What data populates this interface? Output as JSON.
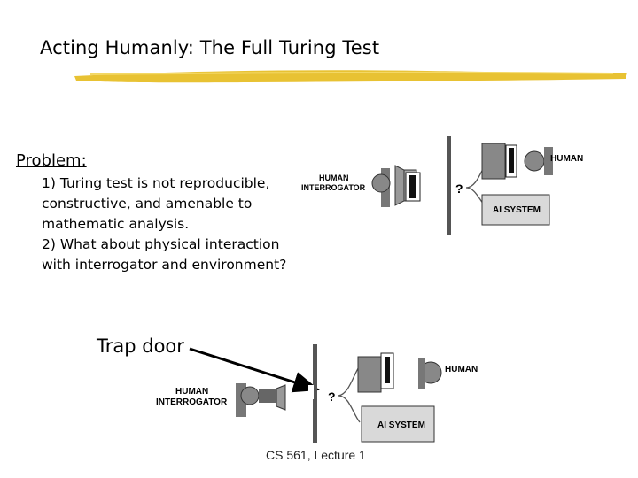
{
  "slide": {
    "title": "Acting Humanly: The Full Turing Test",
    "problem_label": "Problem:",
    "items": [
      "1) Turing test is not reproducible, constructive, and amenable to mathematic analysis.",
      "2) What about physical interaction with interrogator and environment?"
    ],
    "trap_door_label": "Trap door",
    "footer": "CS 561,  Lecture 1"
  },
  "diagram_top": {
    "interrogator_label_1": "HUMAN",
    "interrogator_label_2": "INTERROGATOR",
    "human_label": "HUMAN",
    "ai_label": "AI SYSTEM",
    "question_mark": "?"
  },
  "diagram_bottom": {
    "interrogator_label_1": "HUMAN",
    "interrogator_label_2": "INTERROGATOR",
    "human_label": "HUMAN",
    "ai_label": "AI SYSTEM",
    "question_mark": "?"
  },
  "colors": {
    "accent_underline": "#e8c233",
    "ai_box": "#d9d9d9",
    "figure_gray": "#7f7f7f"
  }
}
